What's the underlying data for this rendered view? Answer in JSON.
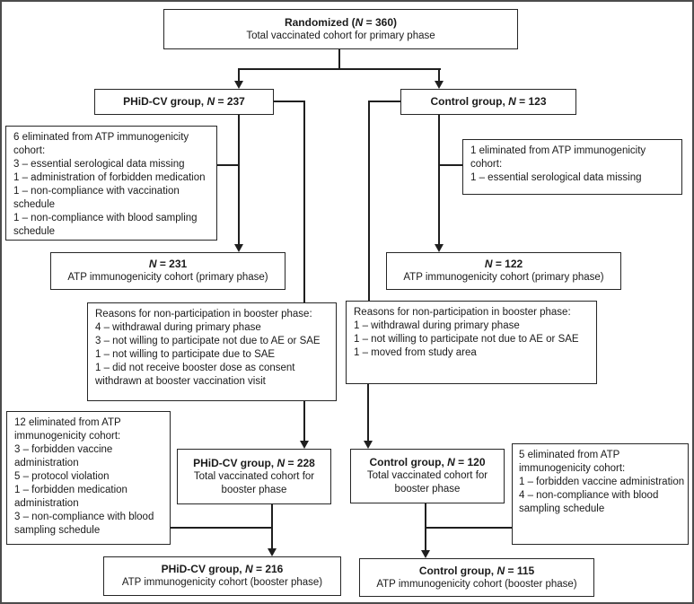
{
  "figure": {
    "background": "#ffffff",
    "border_color": "#4c4c4c",
    "line_color": "#1f1f1f",
    "type": "consort-flow-diagram"
  },
  "boxes": {
    "randomized": {
      "title_prefix": "Randomized (",
      "n": "N",
      "title_suffix": " = 360)",
      "subtitle": "Total vaccinated cohort for primary phase"
    },
    "phid_group": {
      "title_prefix": "PHiD-CV group, ",
      "n": "N",
      "title_suffix": " = 237"
    },
    "control_group": {
      "title_prefix": "Control group, ",
      "n": "N",
      "title_suffix": " = 123"
    },
    "phid_elim_primary": {
      "lines": [
        "6 eliminated from ATP immunogenicity cohort:",
        "3 – essential serological data missing",
        "1 – administration of forbidden medication",
        "1 – non-compliance with vaccination schedule",
        "1 – non-compliance with blood sampling schedule"
      ]
    },
    "control_elim_primary": {
      "lines": [
        "1 eliminated from ATP immunogenicity cohort:",
        "1 – essential serological data missing"
      ]
    },
    "phid_atp_primary": {
      "title_prefix": "",
      "n": "N",
      "title_suffix": " = 231",
      "subtitle": "ATP immunogenicity cohort (primary phase)"
    },
    "control_atp_primary": {
      "title_prefix": "",
      "n": "N",
      "title_suffix": " = 122",
      "subtitle": "ATP immunogenicity cohort (primary phase)"
    },
    "phid_reasons": {
      "lines": [
        "Reasons for non-participation in booster phase:",
        "4 – withdrawal during primary phase",
        "3 – not willing to participate not due to AE or SAE",
        "1 – not willing to participate due to SAE",
        "1 – did not receive booster dose as consent withdrawn at booster vaccination visit"
      ]
    },
    "control_reasons": {
      "lines": [
        "Reasons for non-participation in booster phase:",
        "1 – withdrawal during primary phase",
        "1 – not willing to participate not due to AE or SAE",
        "1 – moved from study area"
      ]
    },
    "phid_elim_booster": {
      "lines": [
        "12 eliminated from ATP immunogenicity cohort:",
        "3 – forbidden vaccine administration",
        "5 – protocol violation",
        "1 – forbidden medication administration",
        "3 – non-compliance with blood sampling schedule"
      ]
    },
    "phid_booster": {
      "title_prefix": "PHiD-CV group, ",
      "n": "N",
      "title_suffix": " = 228",
      "subtitle": "Total vaccinated cohort for booster phase"
    },
    "control_booster": {
      "title_prefix": "Control group, ",
      "n": "N",
      "title_suffix": " = 120",
      "subtitle": "Total vaccinated cohort for booster phase"
    },
    "control_elim_booster": {
      "lines": [
        "5 eliminated from ATP immunogenicity cohort:",
        "1 – forbidden vaccine administration",
        "4 – non-compliance with blood sampling schedule"
      ]
    },
    "phid_final": {
      "title_prefix": "PHiD-CV group, ",
      "n": "N",
      "title_suffix": " = 216",
      "subtitle": "ATP immunogenicity cohort (booster phase)"
    },
    "control_final": {
      "title_prefix": "Control group, ",
      "n": "N",
      "title_suffix": " = 115",
      "subtitle": "ATP immunogenicity cohort (booster phase)"
    }
  }
}
